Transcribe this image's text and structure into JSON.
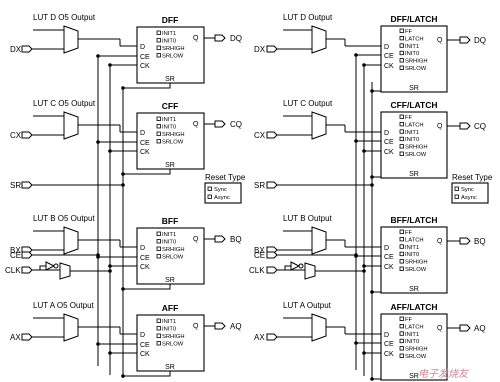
{
  "reset_type": {
    "title": "Reset Type",
    "options": [
      "Sync",
      "Async"
    ]
  },
  "lut_outputs": [
    "LUT D O5 Output",
    "LUT C O5 Output",
    "LUT B O5 Output",
    "LUT A O5 Output"
  ],
  "right_lut_outputs": [
    "LUT D Output",
    "LUT C Output",
    "LUT B Output",
    "LUT A Output"
  ],
  "left_flops": [
    {
      "name": "DFF",
      "out": "DQ"
    },
    {
      "name": "CFF",
      "out": "CQ"
    },
    {
      "name": "BFF",
      "out": "BQ"
    },
    {
      "name": "AFF",
      "out": "AQ"
    }
  ],
  "right_flops": [
    {
      "name": "DFF/LATCH",
      "out": "DQ"
    },
    {
      "name": "CFF/LATCH",
      "out": "CQ"
    },
    {
      "name": "BFF/LATCH",
      "out": "BQ"
    },
    {
      "name": "AFF/LATCH",
      "out": "AQ"
    }
  ],
  "left_attrs": [
    "INIT1",
    "INIT0",
    "SRHIGH",
    "SRLOW"
  ],
  "right_attrs": [
    "FF",
    "LATCH",
    "INIT1",
    "INIT0",
    "SRHIGH",
    "SRLOW"
  ],
  "ports": {
    "d": "D",
    "ce": "CE",
    "ck": "CK",
    "sr": "SR",
    "q": "Q"
  },
  "inputs": {
    "dx": "DX",
    "cx": "CX",
    "sr": "SR",
    "bx": "BX",
    "ce": "CE",
    "clk": "CLK",
    "ax": "AX"
  },
  "watermark": "电子发烧友"
}
